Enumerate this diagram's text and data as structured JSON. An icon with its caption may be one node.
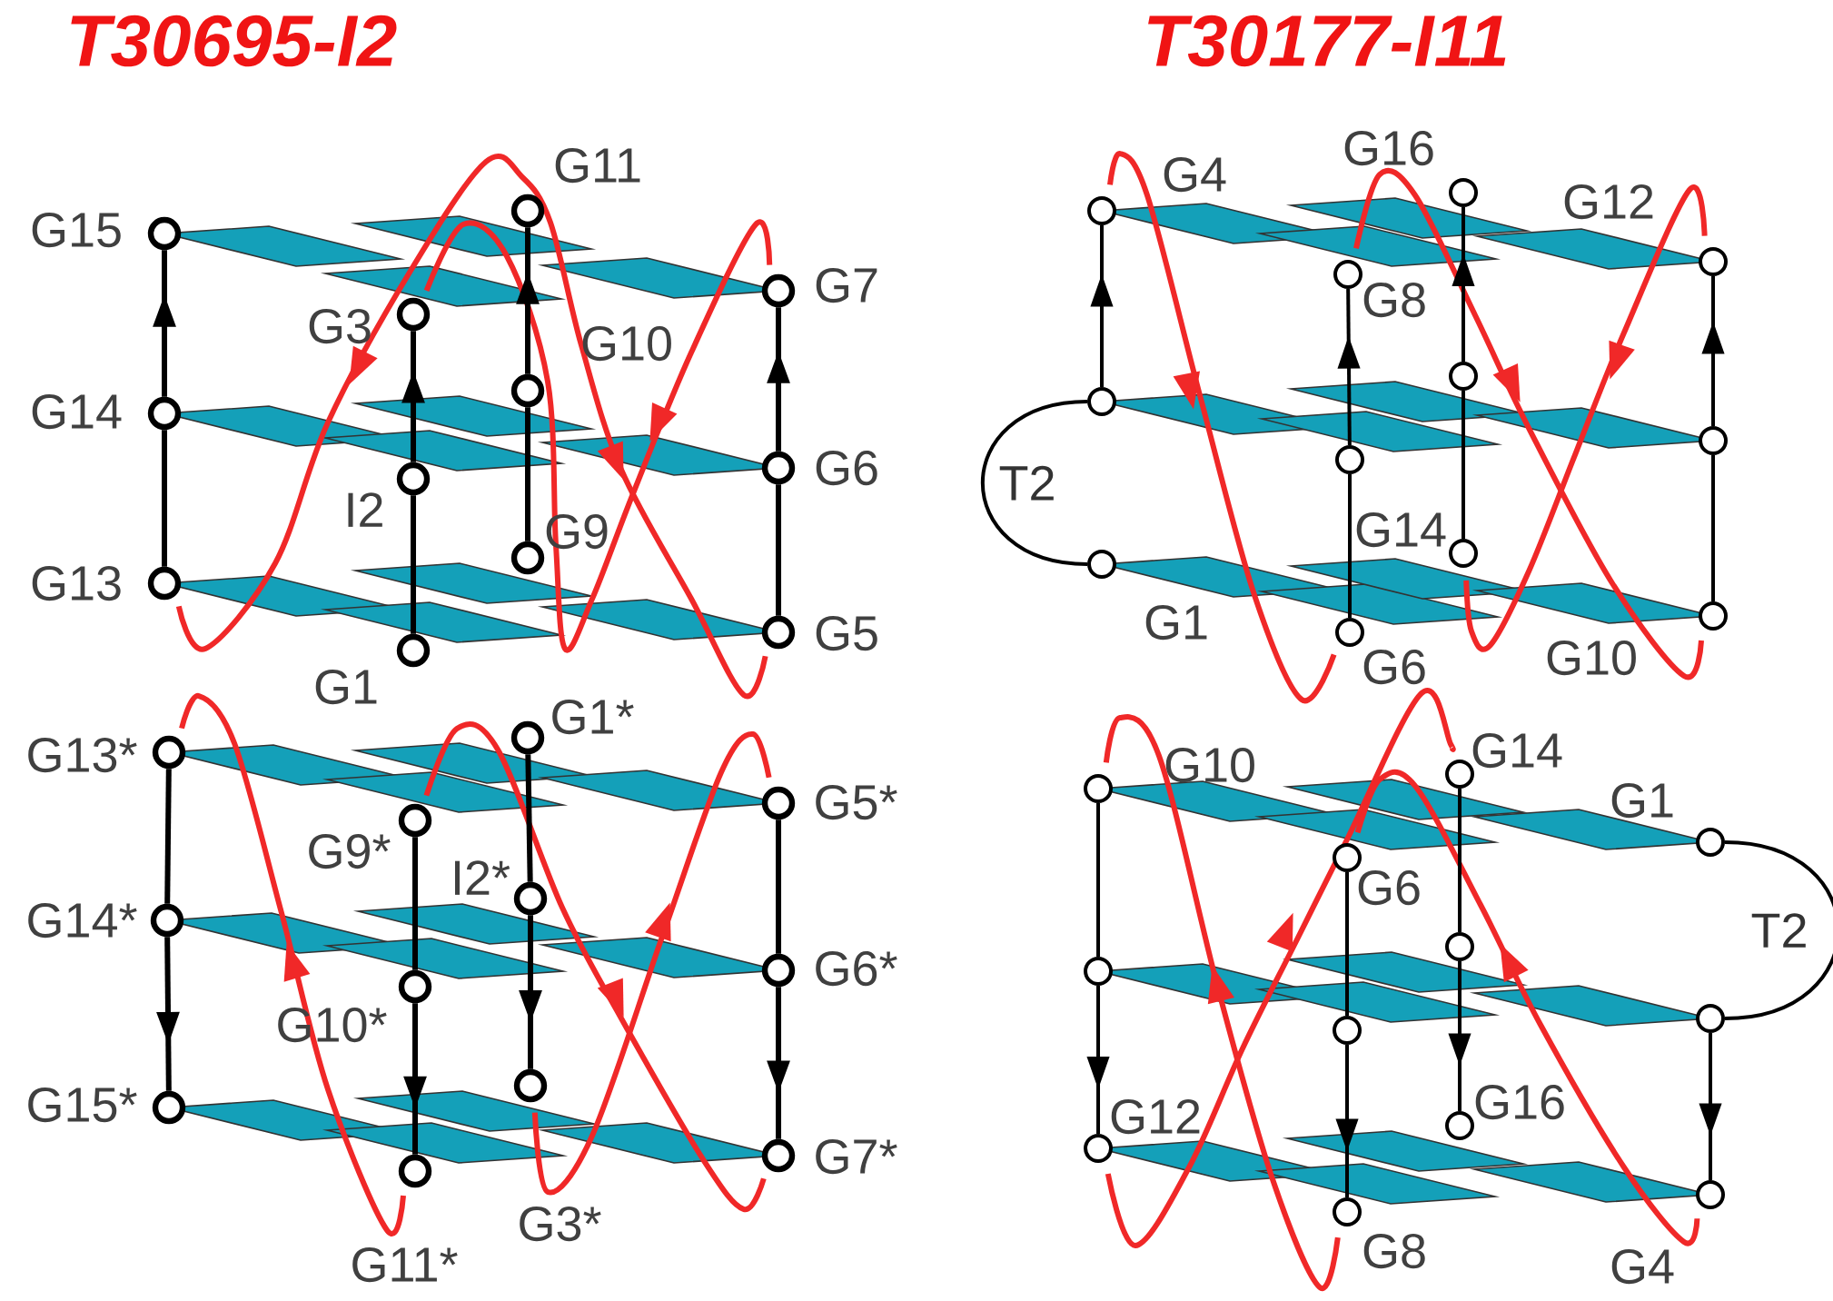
{
  "diagram": {
    "nodes": [
      {
        "text": [],
        "shape": "circle",
        "beside": [
          "G15"
        ]
      },
      {
        "text": [],
        "shape": "circle",
        "beside": [
          "G14"
        ]
      },
      {
        "text": [],
        "shape": "circle",
        "beside": [
          "G13"
        ]
      },
      {
        "text": [],
        "shape": "circle",
        "beside": [
          "G3"
        ]
      },
      {
        "text": [],
        "shape": "circle",
        "beside": [
          "I2"
        ]
      },
      {
        "text": [],
        "shape": "circle",
        "beside": [
          "G1"
        ]
      },
      {
        "text": [],
        "shape": "circle",
        "beside": [
          "G11"
        ]
      },
      {
        "text": [],
        "shape": "circle",
        "beside": [
          "G10"
        ]
      },
      {
        "text": [],
        "shape": "circle",
        "beside": [
          "G9"
        ]
      },
      {
        "text": [],
        "shape": "circle",
        "beside": [
          "G7"
        ]
      },
      {
        "text": [],
        "shape": "circle",
        "beside": [
          "G6"
        ]
      },
      {
        "text": [],
        "shape": "circle",
        "beside": [
          "G5"
        ]
      },
      {
        "text": [],
        "shape": "circle",
        "beside": [
          "G4"
        ]
      },
      {
        "text": [],
        "shape": "circle"
      },
      {
        "text": [],
        "shape": "circle",
        "beside": [
          "G1"
        ]
      },
      {
        "text": [],
        "shape": "circle",
        "beside": [
          "G8"
        ]
      },
      {
        "text": [],
        "shape": "circle"
      },
      {
        "text": [],
        "shape": "circle",
        "beside": [
          "G6"
        ]
      },
      {
        "text": [],
        "shape": "circle",
        "beside": [
          "G16"
        ]
      },
      {
        "text": [],
        "shape": "circle"
      },
      {
        "text": [],
        "shape": "circle",
        "beside": [
          "G14"
        ]
      },
      {
        "text": [],
        "shape": "circle",
        "beside": [
          "G12"
        ]
      },
      {
        "text": [],
        "shape": "circle"
      },
      {
        "text": [],
        "shape": "circle",
        "beside": [
          "G10"
        ]
      },
      {
        "text": [],
        "shape": "circle",
        "beside": [
          "G13*"
        ]
      },
      {
        "text": [],
        "shape": "circle",
        "beside": [
          "G14*"
        ]
      },
      {
        "text": [],
        "shape": "circle",
        "beside": [
          "G15*"
        ]
      },
      {
        "text": [],
        "shape": "circle",
        "beside": [
          "G9*"
        ]
      },
      {
        "text": [],
        "shape": "circle",
        "beside": [
          "G10*"
        ]
      },
      {
        "text": [],
        "shape": "circle",
        "beside": [
          "G11*"
        ]
      },
      {
        "text": [],
        "shape": "circle",
        "beside": [
          "G1*"
        ]
      },
      {
        "text": [],
        "shape": "circle",
        "beside": [
          "I2*"
        ]
      },
      {
        "text": [],
        "shape": "circle",
        "beside": [
          "G3*"
        ]
      },
      {
        "text": [],
        "shape": "circle",
        "beside": [
          "G5*"
        ]
      },
      {
        "text": [],
        "shape": "circle",
        "beside": [
          "G6*"
        ]
      },
      {
        "text": [],
        "shape": "circle",
        "beside": [
          "G7*"
        ]
      },
      {
        "text": [],
        "shape": "circle",
        "beside": [
          "G10"
        ]
      },
      {
        "text": [],
        "shape": "circle"
      },
      {
        "text": [],
        "shape": "circle",
        "beside": [
          "G12"
        ]
      },
      {
        "text": [],
        "shape": "circle",
        "beside": [
          "G6"
        ]
      },
      {
        "text": [],
        "shape": "circle"
      },
      {
        "text": [],
        "shape": "circle",
        "beside": [
          "G8"
        ]
      },
      {
        "text": [],
        "shape": "circle",
        "beside": [
          "G14"
        ]
      },
      {
        "text": [],
        "shape": "circle"
      },
      {
        "text": [],
        "shape": "circle",
        "beside": [
          "G16"
        ]
      },
      {
        "text": [],
        "shape": "circle",
        "beside": [
          "G1"
        ]
      },
      {
        "text": [],
        "shape": "circle"
      },
      {
        "text": [],
        "shape": "circle",
        "beside": [
          "G4"
        ]
      }
    ],
    "edges": [
      {
        "from": 1,
        "to": 0,
        "arrow": "to"
      },
      {
        "from": 2,
        "to": 1,
        "arrow": "none"
      },
      {
        "from": 4,
        "to": 3,
        "arrow": "to"
      },
      {
        "from": 4,
        "to": 5,
        "arrow": "none"
      },
      {
        "from": 7,
        "to": 6,
        "arrow": "to"
      },
      {
        "from": 7,
        "to": 8,
        "arrow": "none"
      },
      {
        "from": 10,
        "to": 9,
        "arrow": "to"
      },
      {
        "from": 10,
        "to": 11,
        "arrow": "none"
      },
      {
        "from": 13,
        "to": 12,
        "arrow": "to"
      },
      {
        "from": 13,
        "to": 14,
        "arrow": "none",
        "label": "T2"
      },
      {
        "from": 16,
        "to": 15,
        "arrow": "to"
      },
      {
        "from": 16,
        "to": 17,
        "arrow": "none"
      },
      {
        "from": 19,
        "to": 18,
        "arrow": "to"
      },
      {
        "from": 19,
        "to": 20,
        "arrow": "none"
      },
      {
        "from": 22,
        "to": 21,
        "arrow": "to"
      },
      {
        "from": 22,
        "to": 23,
        "arrow": "none"
      },
      {
        "from": 24,
        "to": 25,
        "arrow": "none"
      },
      {
        "from": 25,
        "to": 26,
        "arrow": "to"
      },
      {
        "from": 27,
        "to": 28,
        "arrow": "none"
      },
      {
        "from": 28,
        "to": 29,
        "arrow": "to"
      },
      {
        "from": 30,
        "to": 31,
        "arrow": "none"
      },
      {
        "from": 31,
        "to": 32,
        "arrow": "to"
      },
      {
        "from": 33,
        "to": 34,
        "arrow": "none"
      },
      {
        "from": 34,
        "to": 35,
        "arrow": "to"
      },
      {
        "from": 36,
        "to": 37,
        "arrow": "none"
      },
      {
        "from": 37,
        "to": 38,
        "arrow": "to"
      },
      {
        "from": 39,
        "to": 40,
        "arrow": "none"
      },
      {
        "from": 40,
        "to": 41,
        "arrow": "to"
      },
      {
        "from": 42,
        "to": 43,
        "arrow": "none"
      },
      {
        "from": 43,
        "to": 44,
        "arrow": "to"
      },
      {
        "from": 45,
        "to": 46,
        "arrow": "none",
        "label": "T2"
      },
      {
        "from": 46,
        "to": 47,
        "arrow": "to"
      }
    ],
    "labels": [
      "T30695-I2",
      "T30177-I11"
    ]
  }
}
